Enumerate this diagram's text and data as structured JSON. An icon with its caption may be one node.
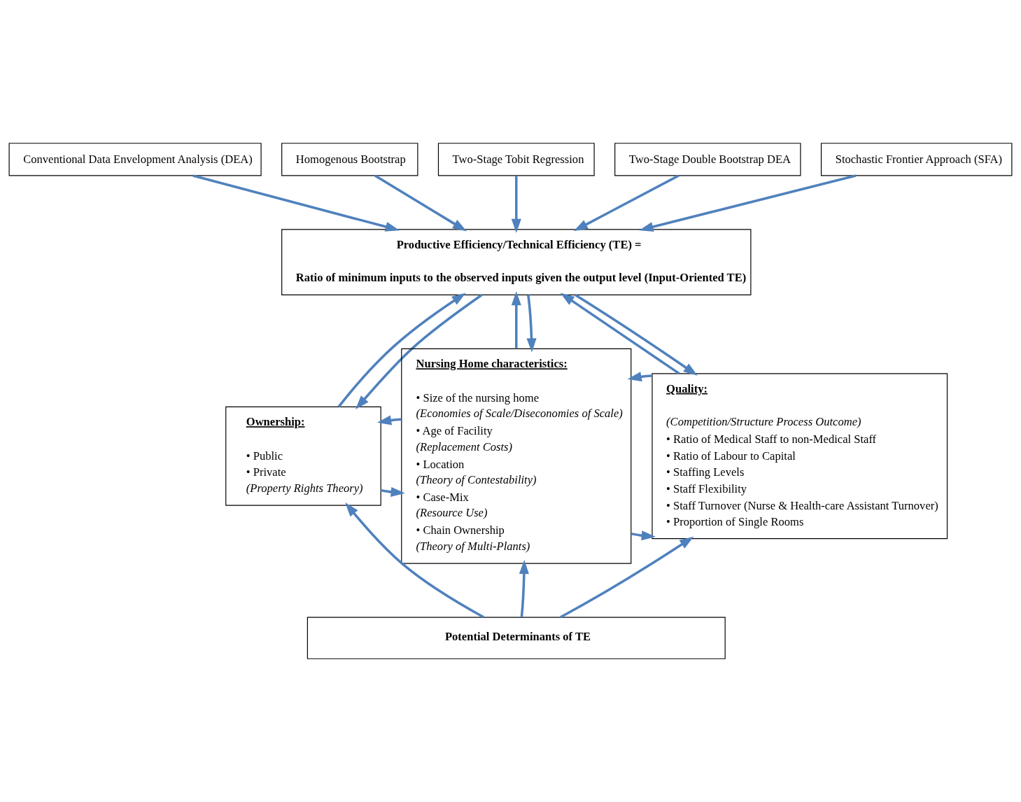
{
  "diagram": {
    "nodes": [
      {
        "text": [
          "Conventional Data Envelopment Analysis (DEA)"
        ]
      },
      {
        "text": [
          "Homogenous Bootstrap"
        ]
      },
      {
        "text": [
          "Two-Stage Tobit Regression"
        ]
      },
      {
        "text": [
          "Two-Stage Double Bootstrap DEA"
        ]
      },
      {
        "text": [
          "Stochastic Frontier Approach (SFA)"
        ]
      },
      {
        "text": [
          "Productive Efficiency/Technical Efficiency (TE) =",
          "Ratio of minimum inputs to the observed inputs given the output level (Input-Oriented TE)"
        ]
      },
      {
        "text": [
          "Ownership:",
          "• Public",
          "• Private",
          "(Property Rights Theory)"
        ]
      },
      {
        "text": [
          "Nursing Home characteristics:",
          "• Size of the nursing home",
          "(Economies of Scale/Diseconomies of Scale)",
          "• Age of Facility",
          "(Replacement Costs)",
          "• Location",
          "(Theory of Contestability)",
          "• Case-Mix",
          "(Resource Use)",
          "• Chain Ownership",
          "(Theory of Multi-Plants)"
        ]
      },
      {
        "text": [
          "Quality:",
          "(Competition/Structure Process Outcome)",
          "• Ratio of Medical Staff to non-Medical Staff",
          "• Ratio of Labour to Capital",
          "• Staffing Levels",
          "• Staff Flexibility",
          "• Staff Turnover (Nurse & Health-care Assistant Turnover)",
          "• Proportion of Single Rooms"
        ]
      },
      {
        "text": [
          "Potential Determinants of TE"
        ]
      }
    ],
    "edges": [
      {
        "from": 0,
        "to": 5,
        "arrow": "to"
      },
      {
        "from": 1,
        "to": 5,
        "arrow": "to"
      },
      {
        "from": 2,
        "to": 5,
        "arrow": "to"
      },
      {
        "from": 3,
        "to": 5,
        "arrow": "to"
      },
      {
        "from": 4,
        "to": 5,
        "arrow": "to"
      },
      {
        "from": 6,
        "to": 5,
        "arrow": "to"
      },
      {
        "from": 5,
        "to": 6,
        "arrow": "to"
      },
      {
        "from": 7,
        "to": 5,
        "arrow": "to"
      },
      {
        "from": 5,
        "to": 7,
        "arrow": "to"
      },
      {
        "from": 8,
        "to": 5,
        "arrow": "to"
      },
      {
        "from": 5,
        "to": 8,
        "arrow": "to"
      },
      {
        "from": 6,
        "to": 7,
        "arrow": "to"
      },
      {
        "from": 7,
        "to": 6,
        "arrow": "to"
      },
      {
        "from": 7,
        "to": 8,
        "arrow": "to"
      },
      {
        "from": 8,
        "to": 7,
        "arrow": "to"
      },
      {
        "from": 9,
        "to": 6,
        "arrow": "to"
      },
      {
        "from": 9,
        "to": 7,
        "arrow": "to"
      },
      {
        "from": 9,
        "to": 8,
        "arrow": "to"
      }
    ]
  }
}
